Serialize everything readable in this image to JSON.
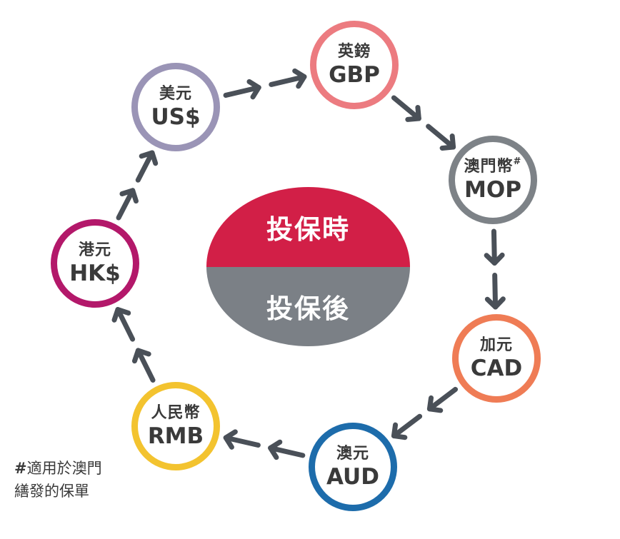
{
  "center": {
    "top_label": "投保時",
    "bottom_label": "投保後"
  },
  "currencies": [
    {
      "id": "gbp",
      "cn": "英鎊",
      "code": "GBP",
      "color": "#ec7b80"
    },
    {
      "id": "mop",
      "cn": "澳門幣",
      "code": "MOP",
      "color": "#7d8287",
      "mark": "#"
    },
    {
      "id": "cad",
      "cn": "加元",
      "code": "CAD",
      "color": "#ef7c55"
    },
    {
      "id": "aud",
      "cn": "澳元",
      "code": "AUD",
      "color": "#1d6cab"
    },
    {
      "id": "rmb",
      "cn": "人民幣",
      "code": "RMB",
      "color": "#f3c32f"
    },
    {
      "id": "hkd",
      "cn": "港元",
      "code": "HK$",
      "color": "#b3186a"
    },
    {
      "id": "usd",
      "cn": "美元",
      "code": "US$",
      "color": "#9a94b6"
    }
  ],
  "footnote": {
    "mark": "#",
    "line1": "適用於澳門",
    "line2": "繕發的保單"
  },
  "arrow_color": "#4a5058"
}
